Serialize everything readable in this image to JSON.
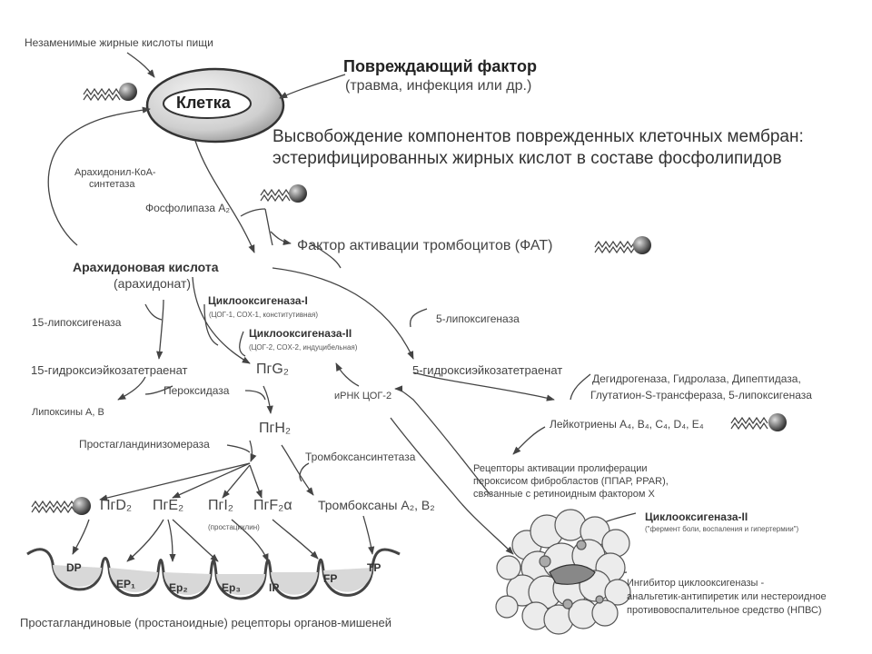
{
  "cell": {
    "label": "Клетка",
    "food_acids": "Незаменимые жирные кислоты пищи",
    "acyl_coa_1": "Арахидонил-КоА-",
    "acyl_coa_2": "синтетаза"
  },
  "damage": {
    "title": "Повреждающий фактор",
    "subtitle": "(травма, инфекция или др.)"
  },
  "release": {
    "line1": "Высвобождение компонентов поврежденных клеточных мембран:",
    "line2": "эстерифицированных жирных кислот в составе фосфолипидов"
  },
  "phospholipase": "Фосфолипаза A₂",
  "paf": "Фактор активации тромбоцитов (ФАТ)",
  "arachidonic": {
    "name": "Арахидоновая кислота",
    "alt": "(арахидонат)"
  },
  "cox1": {
    "name": "Циклооксигеназа-I",
    "note": "(ЦОГ-1, COX-1, конститутивная)"
  },
  "cox2": {
    "name": "Циклооксигеназа-II",
    "note": "(ЦОГ-2, COX-2, индуцибельная)"
  },
  "lipox15": {
    "enzyme": "15-липоксигеназа",
    "product": "15-гидроксиэйкозатетраенат",
    "lipoxins": "Липоксины A, B"
  },
  "lipox5": {
    "enzyme": "5-липоксигеназа",
    "product": "5-гидроксиэйкозатетраенат",
    "enzymes_line1": "Дегидрогеназа, Гидролаза, Дипептидаза,",
    "enzymes_line2": "Глутатион-S-трансфераза, 5-липоксигеназа",
    "leukotrienes": "Лейкотриены A₄, B₄, C₄, D₄, E₄"
  },
  "pg": {
    "g2": "ПгG₂",
    "h2": "ПгH₂",
    "peroxidase": "Пероксидаза",
    "isomerase": "Простагландинизомераза",
    "txsynthase": "Тромбоксансинтетаза",
    "mrna": "иРНК ЦОГ-2",
    "d2": "ПгD₂",
    "e2": "ПгE₂",
    "i2": "ПгI₂",
    "f2a": "ПгF₂α",
    "prostacyclin": "(простациклин)",
    "thromboxanes": "Тромбоксаны A₂, B₂"
  },
  "ppar": {
    "line1": "Рецепторы активации пролиферации",
    "line2": "пероксисом фибробластов (ППАР, PPAR),",
    "line3": "связанные с ретиноидным фактором X"
  },
  "cox2_right": {
    "name": "Циклооксигеназа-II",
    "note": "(\"фермент боли, воспаления и гипертермии\")"
  },
  "nsaid": {
    "line1": "Ингибитор циклооксигеназы -",
    "line2": "анальгетик-антипиретик или нестероидное",
    "line3": "противовоспалительное средство (НПВС)"
  },
  "receptors": {
    "labels": [
      "DP",
      "EP₁",
      "Ep₂",
      "Ep₃",
      "IP",
      "FP",
      "TP"
    ],
    "caption": "Простагландиновые (простаноидные) рецепторы органов-мишеней"
  }
}
